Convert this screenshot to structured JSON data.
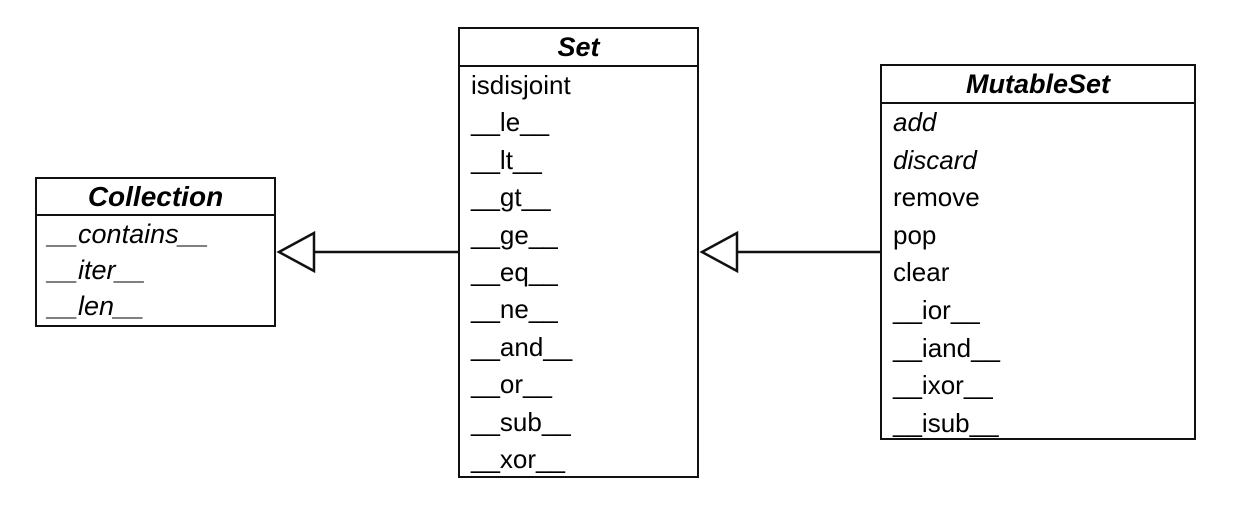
{
  "classes": {
    "collection": {
      "name": "Collection",
      "methods": [
        {
          "label": "__contains__",
          "abstract": true
        },
        {
          "label": "__iter__",
          "abstract": true
        },
        {
          "label": "__len__",
          "abstract": true
        }
      ]
    },
    "set": {
      "name": "Set",
      "methods": [
        {
          "label": "isdisjoint",
          "abstract": false
        },
        {
          "label": "__le__",
          "abstract": false
        },
        {
          "label": "__lt__",
          "abstract": false
        },
        {
          "label": "__gt__",
          "abstract": false
        },
        {
          "label": "__ge__",
          "abstract": false
        },
        {
          "label": "__eq__",
          "abstract": false
        },
        {
          "label": "__ne__",
          "abstract": false
        },
        {
          "label": "__and__",
          "abstract": false
        },
        {
          "label": "__or__",
          "abstract": false
        },
        {
          "label": "__sub__",
          "abstract": false
        },
        {
          "label": "__xor__",
          "abstract": false
        }
      ]
    },
    "mutableset": {
      "name": "MutableSet",
      "methods": [
        {
          "label": "add",
          "abstract": true
        },
        {
          "label": "discard",
          "abstract": true
        },
        {
          "label": "remove",
          "abstract": false
        },
        {
          "label": "pop",
          "abstract": false
        },
        {
          "label": "clear",
          "abstract": false
        },
        {
          "label": "__ior__",
          "abstract": false
        },
        {
          "label": "__iand__",
          "abstract": false
        },
        {
          "label": "__ixor__",
          "abstract": false
        },
        {
          "label": "__isub__",
          "abstract": false
        }
      ]
    }
  },
  "relations": [
    {
      "from": "set",
      "to": "collection",
      "type": "inheritance"
    },
    {
      "from": "mutableset",
      "to": "set",
      "type": "inheritance"
    }
  ]
}
